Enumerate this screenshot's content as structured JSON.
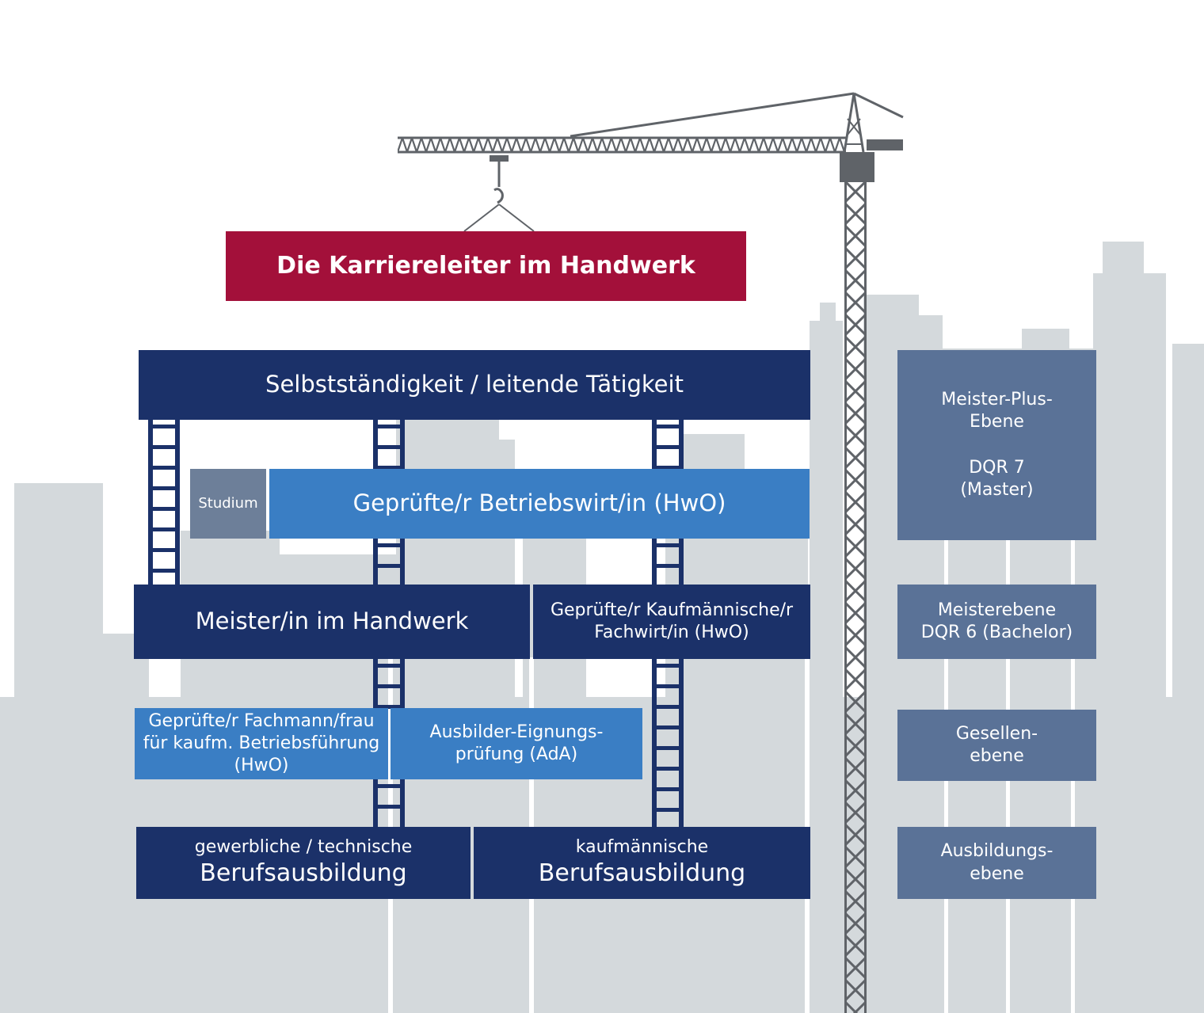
{
  "colors": {
    "navy": "#1b3169",
    "medium_blue": "#3a7ec4",
    "level_grey_blue": "#5a7297",
    "title_red": "#a3103a",
    "skyline_grey": "#d4d9dc",
    "crane_grey": "#5f6368"
  },
  "title": "Die Karriereleiter im Handwerk",
  "ladder": {
    "top": "Selbstständigkeit / leitende Tätigkeit",
    "studium": "Studium",
    "betriebswirt": "Geprüfte/r Betriebswirt/in (HwO)",
    "meister": "Meister/in im Handwerk",
    "fachwirt_line1": "Geprüfte/r Kaufmännische/r",
    "fachwirt_line2": "Fachwirt/in (HwO)",
    "fachmann_line1": "Geprüfte/r Fachmann/frau",
    "fachmann_line2": "für kaufm. Betriebsführung",
    "fachmann_line3": "(HwO)",
    "ada_line1": "Ausbilder-Eignungs-",
    "ada_line2": "prüfung (AdA)",
    "gewerblich_line1": "gewerbliche / technische",
    "gewerblich_line2": "Berufsausbildung",
    "kaufm_line1": "kaufmännische",
    "kaufm_line2": "Berufsausbildung"
  },
  "levels": {
    "meister_plus_line1": "Meister-Plus-",
    "meister_plus_line2": "Ebene",
    "meister_plus_line3": "DQR 7",
    "meister_plus_line4": "(Master)",
    "meister_line1": "Meisterebene",
    "meister_line2": "DQR 6 (Bachelor)",
    "gesellen_line1": "Gesellen-",
    "gesellen_line2": "ebene",
    "ausbildung_line1": "Ausbildungs-",
    "ausbildung_line2": "ebene"
  },
  "icons": [
    "crane-icon",
    "city-skyline-icon",
    "ladder-icon"
  ]
}
